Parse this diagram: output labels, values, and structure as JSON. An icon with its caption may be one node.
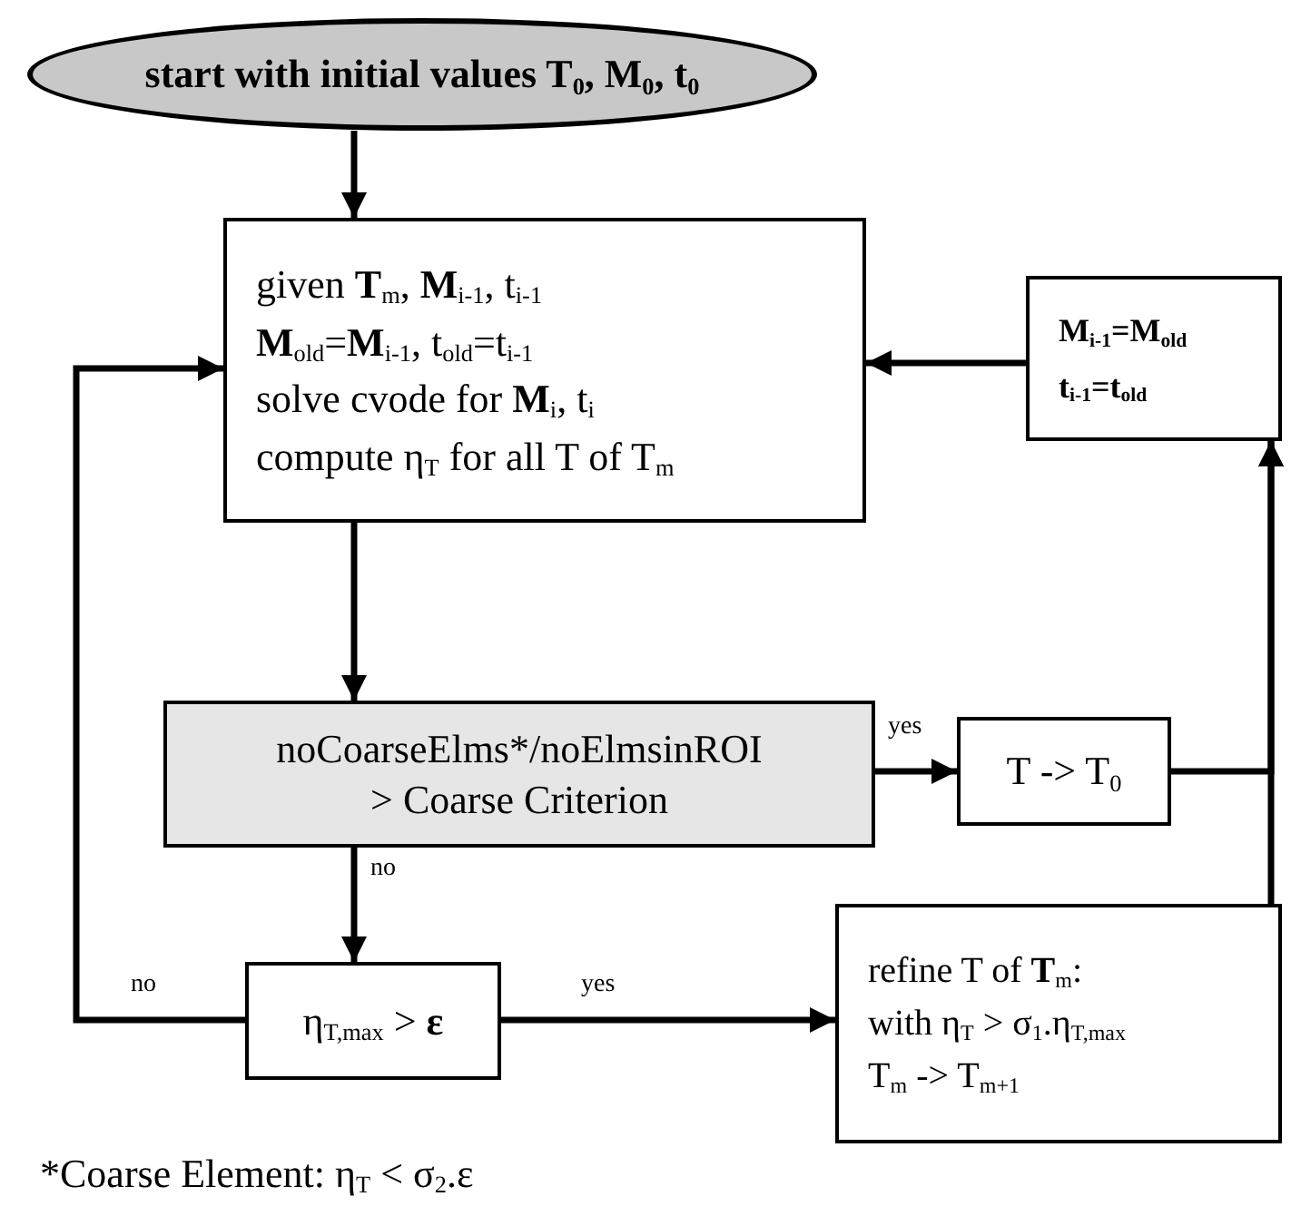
{
  "diagram": {
    "nodes": [
      {
        "text": [
          "start with initial values T$_{0}$, M$_{0}$, t$_{0}$"
        ]
      },
      {
        "text": [
          "given **T**$_{m}$, **M**$_{i-1}$, t$_{i-1}$",
          "**M**$_{old}$=**M**$_{i-1}$, t$_{old}$=t$_{i-1}$",
          "solve cvode for **M**$_{i}$, t$_{i}$",
          "compute η$_{T}$ for all T of T$_{m}$"
        ]
      },
      {
        "text": [
          "M$_{i-1}$=M$_{old}$",
          "t$_{i-1}$=t$_{old}$"
        ]
      },
      {
        "text": [
          "noCoarseElms*/noElmsinROI > Coarse Criterion"
        ]
      },
      {
        "text": [
          "T -> T$_{0}$"
        ]
      },
      {
        "text": [
          "η$_{T,max}$ > **ε**"
        ]
      },
      {
        "text": [
          "refine T of **T**$_{m}$:",
          "with η$_{T}$ > σ$_{1}$.η$_{T,max}$",
          "T$_{m}$ -> T$_{m+1}$"
        ]
      }
    ],
    "edges": [
      {
        "from": 0,
        "to": 1,
        "arrow": "to"
      },
      {
        "from": 1,
        "to": 3,
        "arrow": "to"
      },
      {
        "from": 3,
        "to": 4,
        "arrow": "to",
        "label": "yes"
      },
      {
        "from": 3,
        "to": 5,
        "arrow": "to",
        "label": "no"
      },
      {
        "from": 5,
        "to": 1,
        "arrow": "to",
        "label": "no"
      },
      {
        "from": 5,
        "to": 6,
        "arrow": "to",
        "label": "yes"
      },
      {
        "from": 4,
        "to": 2,
        "arrow": "to"
      },
      {
        "from": 6,
        "to": 2,
        "arrow": "to"
      },
      {
        "from": 2,
        "to": 1,
        "arrow": "to"
      }
    ],
    "labels": [
      "*Coarse Element: η$_{T}$ < σ$_{2}$.ε"
    ]
  }
}
